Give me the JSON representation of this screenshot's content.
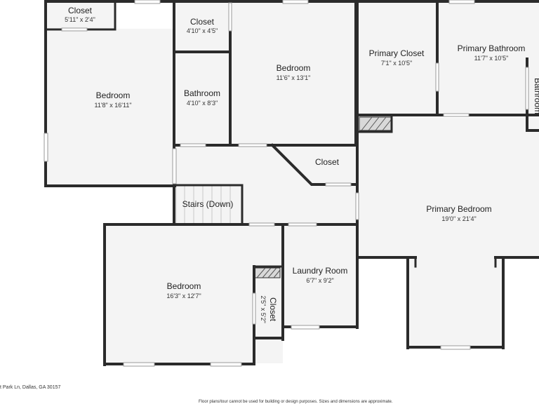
{
  "colors": {
    "wall": "#2b2b2b",
    "floor": "#f4f4f4",
    "window": "#ffffff",
    "label": "#222222"
  },
  "rooms": {
    "closet_top_left": {
      "name": "Closet",
      "dim": "5'11\" x 2'4\""
    },
    "bedroom_left": {
      "name": "Bedroom",
      "dim": "11'8\" x 16'11\""
    },
    "closet_top_mid": {
      "name": "Closet",
      "dim": "4'10\" x 4'5\""
    },
    "bathroom": {
      "name": "Bathroom",
      "dim": "4'10\" x 8'3\""
    },
    "bedroom_top": {
      "name": "Bedroom",
      "dim": "11'6\" x 13'1\""
    },
    "primary_closet": {
      "name": "Primary Closet",
      "dim": "7'1\" x 10'5\""
    },
    "primary_bathroom": {
      "name": "Primary Bathroom",
      "dim": "11'7\" x 10'5\""
    },
    "bathroom_edge": {
      "name": "Bathroom"
    },
    "closet_hall": {
      "name": "Closet"
    },
    "stairs": {
      "name": "Stairs (Down)"
    },
    "primary_bedroom": {
      "name": "Primary Bedroom",
      "dim": "19'0\" x 21'4\""
    },
    "bedroom_bottom": {
      "name": "Bedroom",
      "dim": "16'3\" x 12'7\""
    },
    "laundry": {
      "name": "Laundry Room",
      "dim": "6'7\" x 9'2\""
    },
    "closet_vertical": {
      "name": "Closet",
      "dim": "2'5\" x 5'2\""
    }
  },
  "footer": {
    "address": "t Park Ln, Dallas, GA 30157",
    "disclaimer": "Floor plans/tour cannot be used for building or design purposes. Sizes and dimensions are approximate."
  }
}
